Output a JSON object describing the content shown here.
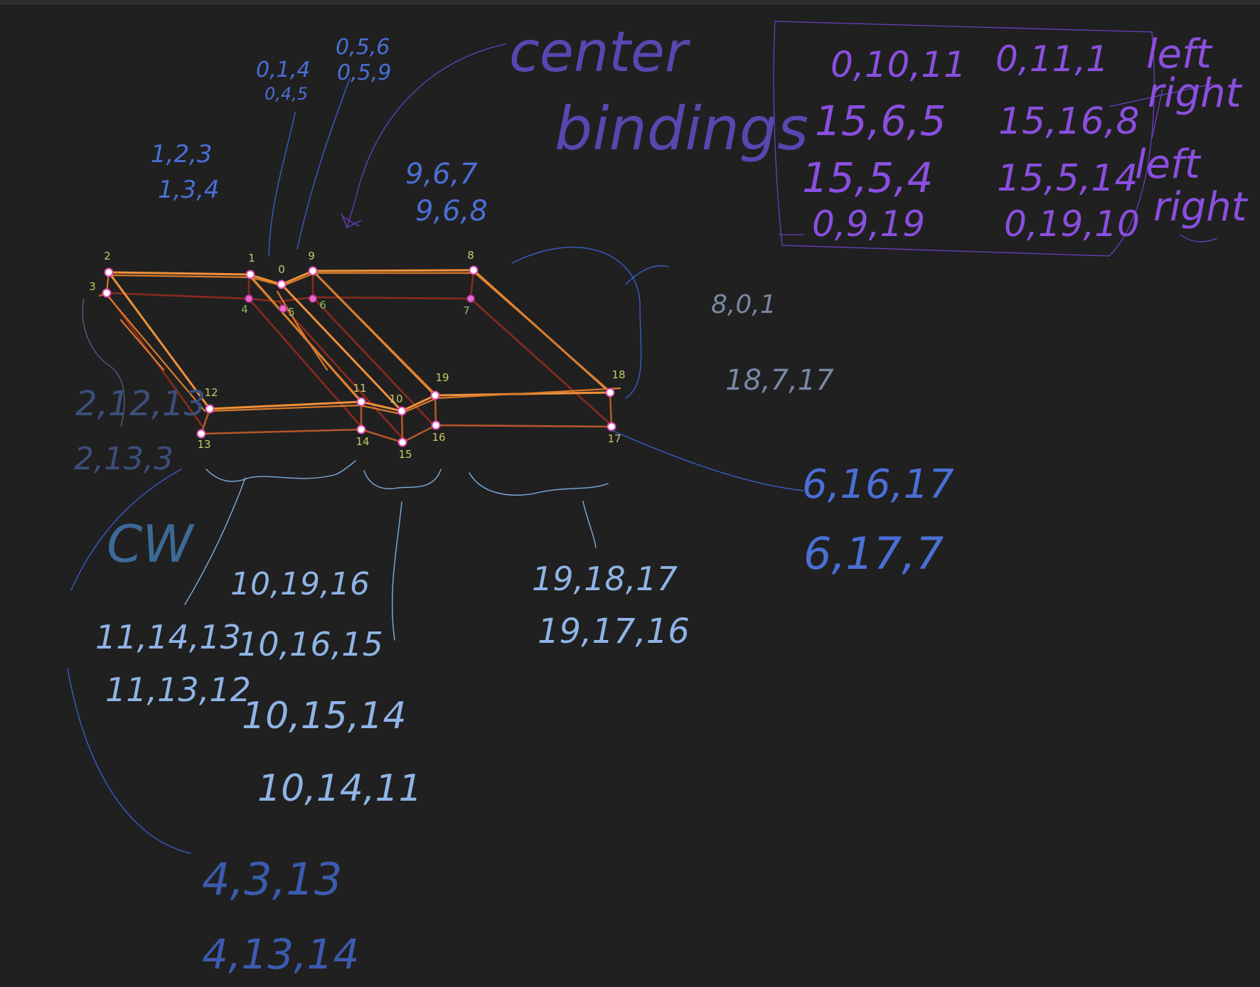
{
  "vertex_labels": [
    "0",
    "1",
    "2",
    "3",
    "4",
    "5",
    "6",
    "7",
    "8",
    "9",
    "10",
    "11",
    "12",
    "13",
    "14",
    "15",
    "16",
    "17",
    "18",
    "19"
  ],
  "annotations": {
    "left_face": [
      "1,2,3",
      "1,3,4"
    ],
    "top_a": [
      "0,1,4",
      "0,4,5"
    ],
    "top_b": [
      "0,5,6",
      "0,5,9"
    ],
    "right_top": [
      "9,6,7",
      "9,6,8"
    ],
    "center_title": [
      "center",
      "bindings"
    ],
    "bindings_table": {
      "col1": [
        "0,10,11",
        "15,6,5",
        "15,5,4",
        "0,9,19"
      ],
      "col2": [
        "0,11,1",
        "15,16,8",
        "15,5,14",
        "0,19,10"
      ],
      "side": [
        "left",
        "right",
        "left",
        "right"
      ]
    },
    "right_side": [
      "8,0,1",
      "18,7,17"
    ],
    "left_side": [
      "2,12,13",
      "2,13,3"
    ],
    "cw": "CW",
    "bottom_left": [
      "11,14,13",
      "11,13,12"
    ],
    "bottom_mid": [
      "10,19,16",
      "10,16,15",
      "10,15,14",
      "10,14,11"
    ],
    "bottom_right": [
      "19,18,17",
      "19,17,16"
    ],
    "far_right": [
      "6,16,17",
      "6,17,7"
    ],
    "bottom_far": [
      "4,3,13",
      "4,13,14"
    ]
  }
}
